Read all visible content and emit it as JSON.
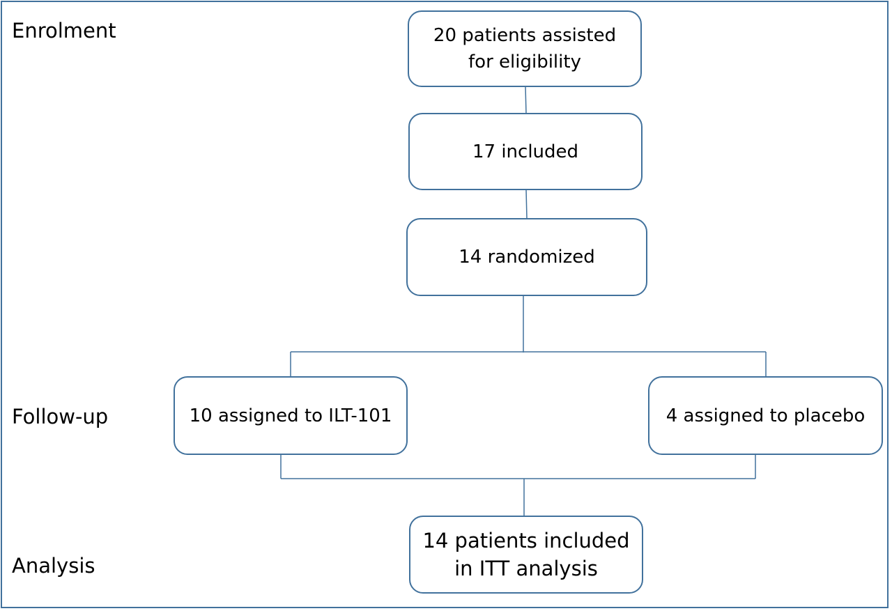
{
  "stages": {
    "enrolment": "Enrolment",
    "follow_up": "Follow-up",
    "analysis": "Analysis"
  },
  "boxes": {
    "assessed": {
      "line1": "20 patients assisted",
      "line2": "for eligibility"
    },
    "included": "17 included",
    "randomized": "14 randomized",
    "ilt101": "10 assigned to ILT-101",
    "placebo": "4 assigned to placebo",
    "itt": {
      "line1": "14 patients included",
      "line2": "in ITT analysis"
    }
  },
  "colors": {
    "border": "#41719c",
    "text": "#000000",
    "background": "#ffffff"
  }
}
